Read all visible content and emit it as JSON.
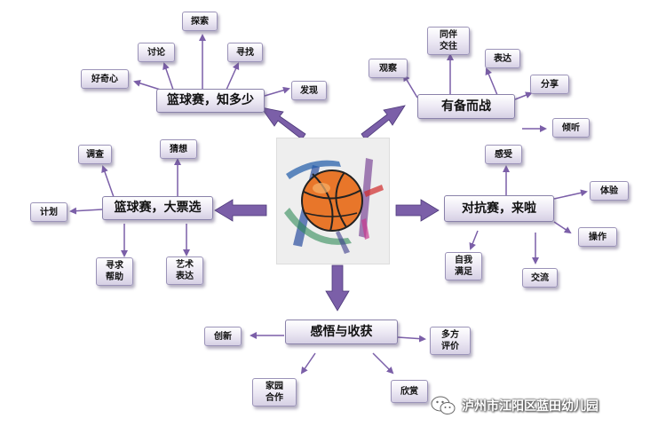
{
  "nodes": {
    "center_top_left": "篮球赛，知多少",
    "center_top_right": "有备而战",
    "center_mid_left": "篮球赛，大票选",
    "center_mid_right": "对抗赛，来啦",
    "center_bottom": "感悟与收获",
    "haoqixin": "好奇心",
    "taolun": "讨论",
    "tansuo": "探索",
    "xunzhao": "寻找",
    "faxian": "发现",
    "guancha": "观察",
    "tongban": "同伴\n交往",
    "biaoda": "表达",
    "fenxiang": "分享",
    "qingting": "倾听",
    "diaocha": "调查",
    "caixiang": "猜想",
    "jihua": "计划",
    "xunqiu": "寻求\n帮助",
    "yishu": "艺术\n表达",
    "ganshou": "感受",
    "tiyan": "体验",
    "caozuo": "操作",
    "ziwo": "自我\n满足",
    "jiaoliu": "交流",
    "chuangxin": "创新",
    "duofang": "多方\n评价",
    "jiayuan": "家园\n合作",
    "xinshang": "欣赏"
  },
  "watermark": "泸州市江阳区蓝田幼儿园",
  "colors": {
    "arrow": "#7b5fa8",
    "arrow_dark": "#4e3a7a",
    "box_border": "#9b93b8"
  }
}
